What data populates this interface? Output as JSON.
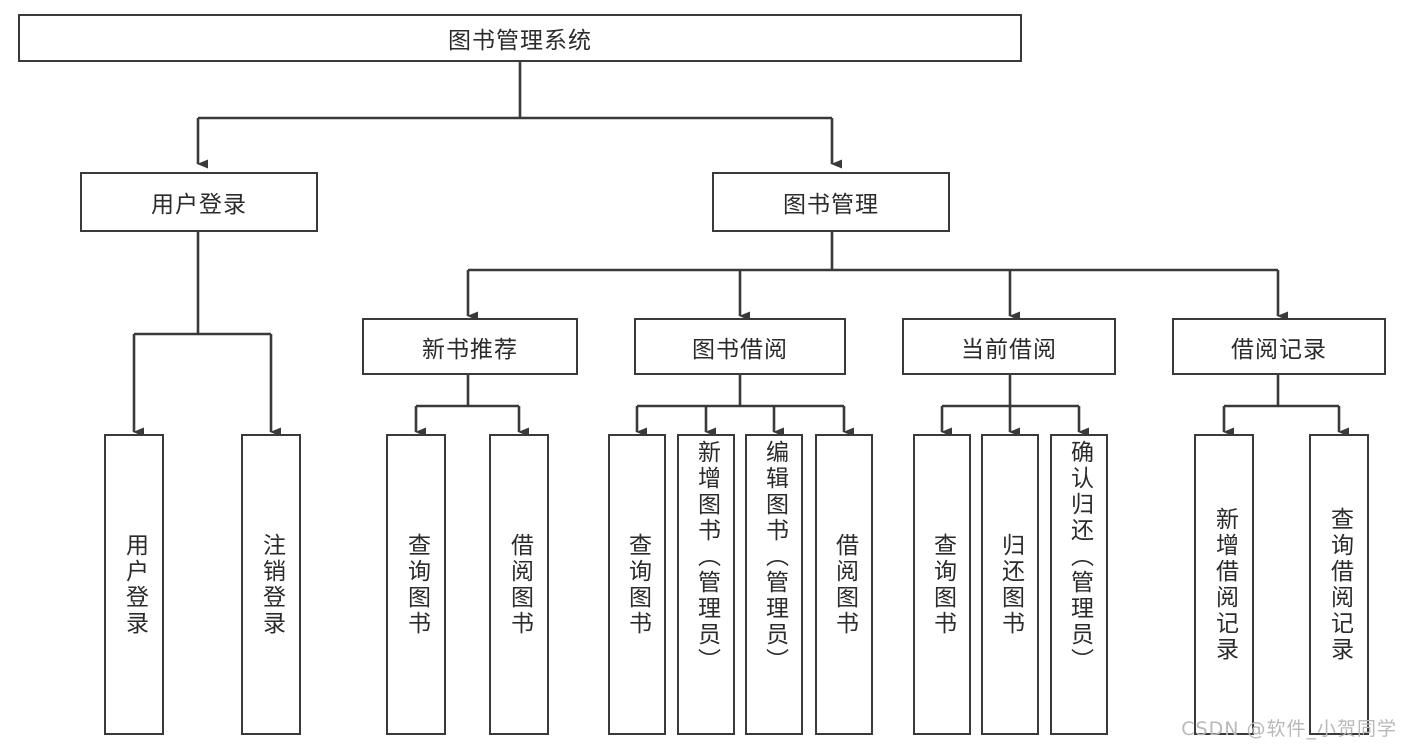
{
  "diagram": {
    "type": "tree",
    "title": "图书管理系统",
    "root": {
      "label": "图书管理系统"
    },
    "level2": [
      {
        "label": "用户登录"
      },
      {
        "label": "图书管理"
      }
    ],
    "level3": [
      {
        "label": "新书推荐"
      },
      {
        "label": "图书借阅"
      },
      {
        "label": "当前借阅"
      },
      {
        "label": "借阅记录"
      }
    ],
    "leaves_user_login": [
      {
        "label": "用户登录"
      },
      {
        "label": "注销登录"
      }
    ],
    "leaves_new_book": [
      {
        "label": "查询图书"
      },
      {
        "label": "借阅图书"
      }
    ],
    "leaves_borrow": [
      {
        "label": "查询图书"
      },
      {
        "label": "新增图书（管理员）"
      },
      {
        "label": "编辑图书（管理员）"
      },
      {
        "label": "借阅图书"
      }
    ],
    "leaves_current": [
      {
        "label": "查询图书"
      },
      {
        "label": "归还图书"
      },
      {
        "label": "确认归还（管理员）"
      }
    ],
    "leaves_records": [
      {
        "label": "新增借阅记录"
      },
      {
        "label": "查询借阅记录"
      }
    ]
  },
  "watermark": {
    "text": "CSDN @软件_小贺同学"
  },
  "colors": {
    "box_border": "#3a3a3a",
    "box_fill": "#ffffff",
    "text": "#2b2b2b",
    "line": "#3a3a3a",
    "watermark": "#b9b9b9"
  }
}
